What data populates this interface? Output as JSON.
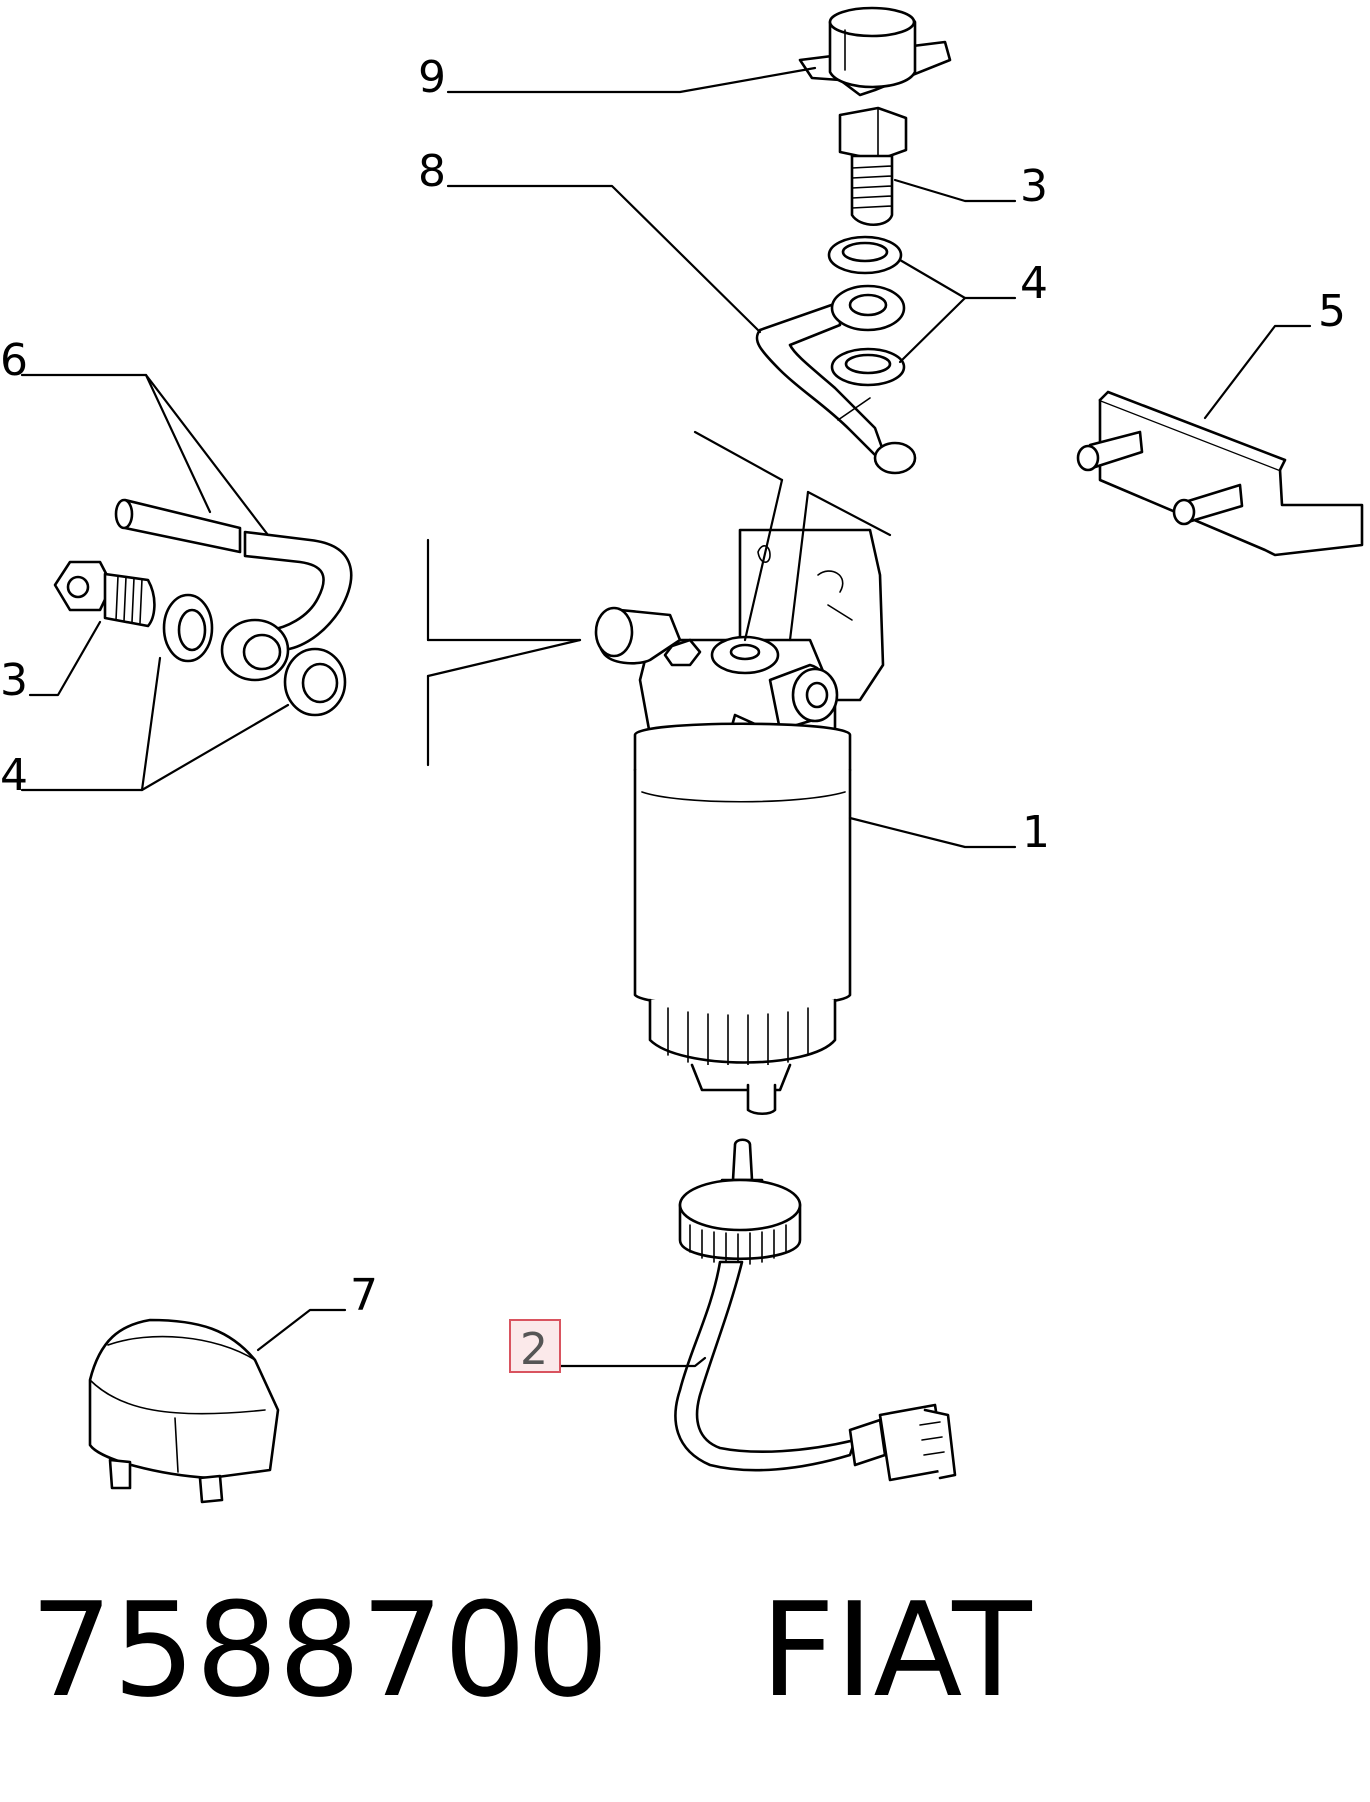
{
  "callouts": [
    {
      "id": "9",
      "label": "9"
    },
    {
      "id": "8",
      "label": "8"
    },
    {
      "id": "3a",
      "label": "3"
    },
    {
      "id": "4a",
      "label": "4"
    },
    {
      "id": "5",
      "label": "5"
    },
    {
      "id": "6",
      "label": "6"
    },
    {
      "id": "3b",
      "label": "3"
    },
    {
      "id": "4b",
      "label": "4"
    },
    {
      "id": "1",
      "label": "1"
    },
    {
      "id": "7",
      "label": "7"
    },
    {
      "id": "2",
      "label": "2",
      "highlighted": true
    }
  ],
  "footer": {
    "part_number": "7588700",
    "brand": "FIAT"
  },
  "colors": {
    "highlight_fill": "#fbe9ea",
    "highlight_border": "#d9535f",
    "line": "#000000"
  }
}
